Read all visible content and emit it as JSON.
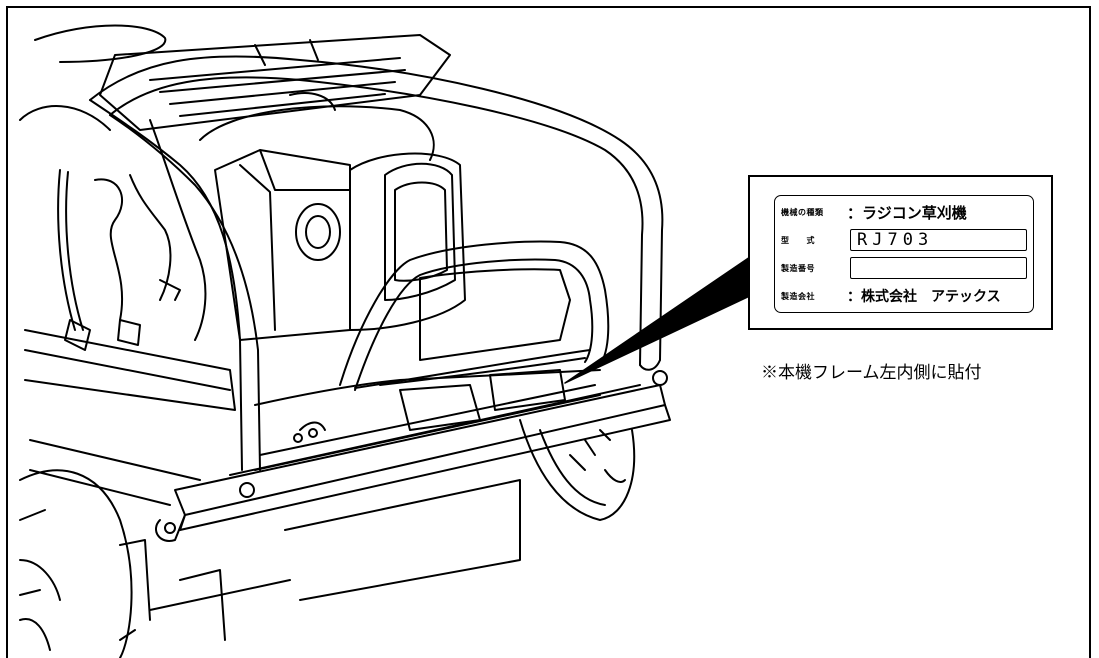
{
  "nameplate": {
    "rows": [
      {
        "label": "機械の種類",
        "value": "：ラジコン草刈機"
      },
      {
        "label": "型　　式",
        "value": "RJ703"
      },
      {
        "label": "製造番号",
        "value": ""
      },
      {
        "label": "製造会社",
        "value": "：株式会社　アテックス"
      }
    ]
  },
  "caption": "※本機フレーム左内側に貼付"
}
